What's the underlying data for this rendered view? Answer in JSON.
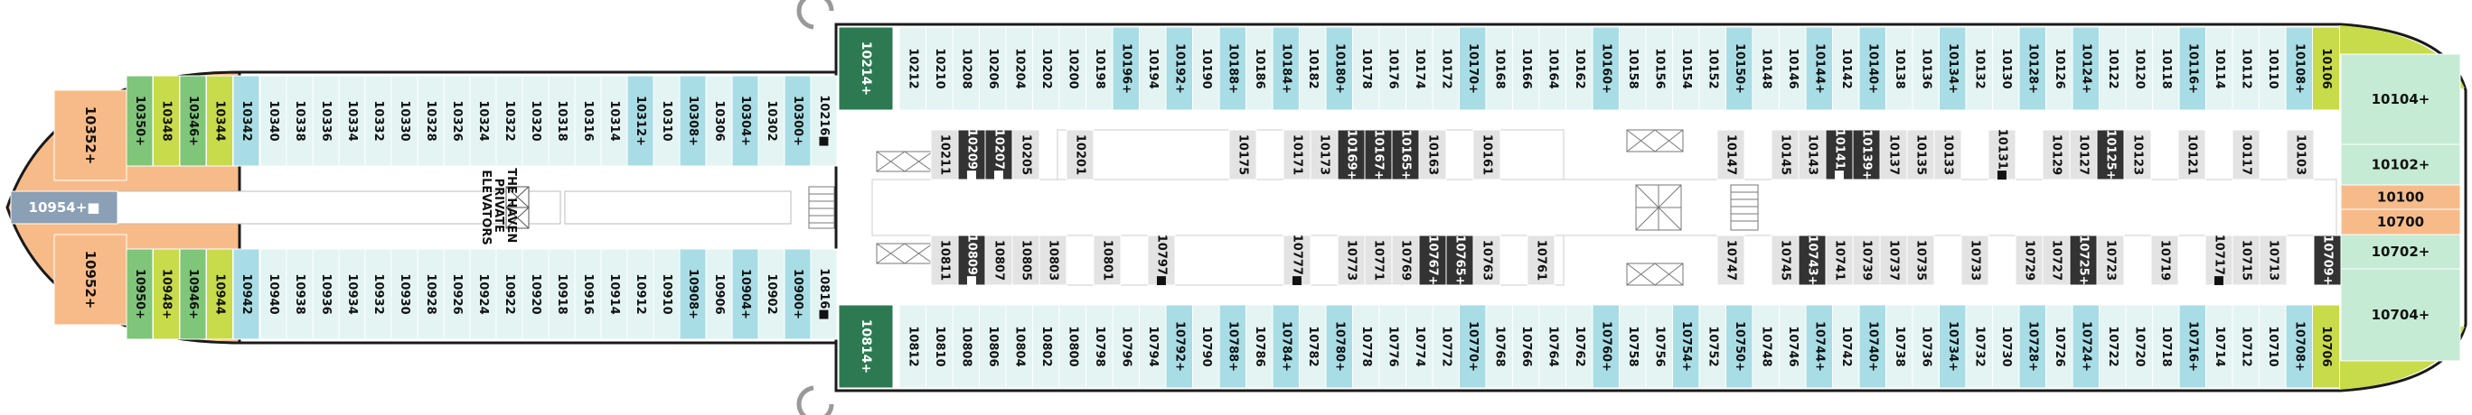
{
  "deck": {
    "elevator_label": [
      "THE HAVEN",
      "PRIVATE",
      "ELEVATORS"
    ],
    "colors": {
      "outline": "#1a1a1a",
      "balcony": "#e3f4f3",
      "mini_suite": "#a9dde5",
      "interior": "#e3e3e3",
      "studio_dark": "#333333",
      "spa_green": "#2d7a52",
      "haven_orange": "#f7bb8a",
      "haven_grey": "#8ba0b4",
      "haven_lime": "#c8db4a",
      "haven_green": "#7fc57a",
      "haven_mint": "#c6ebd4"
    }
  },
  "cabins": {
    "top_outer": [
      {
        "label": "10212",
        "color": "balcony"
      },
      {
        "label": "10210",
        "color": "balcony"
      },
      {
        "label": "10208",
        "color": "balcony"
      },
      {
        "label": "10206",
        "color": "balcony"
      },
      {
        "label": "10204",
        "color": "balcony"
      },
      {
        "label": "10202",
        "color": "balcony"
      },
      {
        "label": "10200",
        "color": "balcony"
      },
      {
        "label": "10198",
        "color": "balcony"
      },
      {
        "label": "10196+",
        "color": "mini_suite"
      },
      {
        "label": "10194",
        "color": "balcony"
      },
      {
        "label": "10192+",
        "color": "mini_suite"
      },
      {
        "label": "10190",
        "color": "balcony"
      },
      {
        "label": "10188+",
        "color": "mini_suite"
      },
      {
        "label": "10186",
        "color": "balcony"
      },
      {
        "label": "10184+",
        "color": "mini_suite"
      },
      {
        "label": "10182",
        "color": "balcony"
      },
      {
        "label": "10180+",
        "color": "mini_suite"
      },
      {
        "label": "10178",
        "color": "balcony"
      },
      {
        "label": "10176",
        "color": "balcony"
      },
      {
        "label": "10174",
        "color": "balcony"
      },
      {
        "label": "10172",
        "color": "balcony"
      },
      {
        "label": "10170+",
        "color": "mini_suite"
      },
      {
        "label": "10168",
        "color": "balcony"
      },
      {
        "label": "10166",
        "color": "balcony"
      },
      {
        "label": "10164",
        "color": "balcony"
      },
      {
        "label": "10162",
        "color": "balcony"
      },
      {
        "label": "10160+",
        "color": "mini_suite"
      },
      {
        "label": "10158",
        "color": "balcony"
      },
      {
        "label": "10156",
        "color": "balcony"
      },
      {
        "label": "10154",
        "color": "balcony"
      },
      {
        "label": "10152",
        "color": "balcony"
      },
      {
        "label": "10150+",
        "color": "mini_suite"
      },
      {
        "label": "10148",
        "color": "balcony"
      },
      {
        "label": "10146",
        "color": "balcony"
      },
      {
        "label": "10144+",
        "color": "mini_suite"
      },
      {
        "label": "10142",
        "color": "balcony"
      },
      {
        "label": "10140+",
        "color": "mini_suite"
      },
      {
        "label": "10138",
        "color": "balcony"
      },
      {
        "label": "10136",
        "color": "balcony"
      },
      {
        "label": "10134+",
        "color": "mini_suite"
      },
      {
        "label": "10132",
        "color": "balcony"
      },
      {
        "label": "10130",
        "color": "balcony"
      },
      {
        "label": "10128+",
        "color": "mini_suite"
      },
      {
        "label": "10126",
        "color": "balcony"
      },
      {
        "label": "10124+",
        "color": "mini_suite"
      },
      {
        "label": "10122",
        "color": "balcony"
      },
      {
        "label": "10120",
        "color": "balcony"
      },
      {
        "label": "10118",
        "color": "balcony"
      },
      {
        "label": "10116+",
        "color": "mini_suite"
      },
      {
        "label": "10114",
        "color": "balcony"
      },
      {
        "label": "10112",
        "color": "balcony"
      },
      {
        "label": "10110",
        "color": "balcony"
      },
      {
        "label": "10108+",
        "color": "mini_suite"
      },
      {
        "label": "10106",
        "color": "haven_lime"
      }
    ],
    "bottom_outer": [
      {
        "label": "10812",
        "color": "balcony"
      },
      {
        "label": "10810",
        "color": "balcony"
      },
      {
        "label": "10808",
        "color": "balcony"
      },
      {
        "label": "10806",
        "color": "balcony"
      },
      {
        "label": "10804",
        "color": "balcony"
      },
      {
        "label": "10802",
        "color": "balcony"
      },
      {
        "label": "10800",
        "color": "balcony"
      },
      {
        "label": "10798",
        "color": "balcony"
      },
      {
        "label": "10796",
        "color": "balcony"
      },
      {
        "label": "10794",
        "color": "balcony"
      },
      {
        "label": "10792+",
        "color": "mini_suite"
      },
      {
        "label": "10790",
        "color": "balcony"
      },
      {
        "label": "10788+",
        "color": "mini_suite"
      },
      {
        "label": "10786",
        "color": "balcony"
      },
      {
        "label": "10784+",
        "color": "mini_suite"
      },
      {
        "label": "10782",
        "color": "balcony"
      },
      {
        "label": "10780+",
        "color": "mini_suite"
      },
      {
        "label": "10778",
        "color": "balcony"
      },
      {
        "label": "10776",
        "color": "balcony"
      },
      {
        "label": "10774",
        "color": "balcony"
      },
      {
        "label": "10772",
        "color": "balcony"
      },
      {
        "label": "10770+",
        "color": "mini_suite"
      },
      {
        "label": "10768",
        "color": "balcony"
      },
      {
        "label": "10766",
        "color": "balcony"
      },
      {
        "label": "10764",
        "color": "balcony"
      },
      {
        "label": "10762",
        "color": "balcony"
      },
      {
        "label": "10760+",
        "color": "mini_suite"
      },
      {
        "label": "10758",
        "color": "balcony"
      },
      {
        "label": "10756",
        "color": "balcony"
      },
      {
        "label": "10754+",
        "color": "mini_suite"
      },
      {
        "label": "10752",
        "color": "balcony"
      },
      {
        "label": "10750+",
        "color": "mini_suite"
      },
      {
        "label": "10748",
        "color": "balcony"
      },
      {
        "label": "10746",
        "color": "balcony"
      },
      {
        "label": "10744+",
        "color": "mini_suite"
      },
      {
        "label": "10742",
        "color": "balcony"
      },
      {
        "label": "10740+",
        "color": "mini_suite"
      },
      {
        "label": "10738",
        "color": "balcony"
      },
      {
        "label": "10736",
        "color": "balcony"
      },
      {
        "label": "10734+",
        "color": "mini_suite"
      },
      {
        "label": "10732",
        "color": "balcony"
      },
      {
        "label": "10730",
        "color": "balcony"
      },
      {
        "label": "10728+",
        "color": "mini_suite"
      },
      {
        "label": "10726",
        "color": "balcony"
      },
      {
        "label": "10724+",
        "color": "mini_suite"
      },
      {
        "label": "10722",
        "color": "balcony"
      },
      {
        "label": "10720",
        "color": "balcony"
      },
      {
        "label": "10718",
        "color": "balcony"
      },
      {
        "label": "10716+",
        "color": "mini_suite"
      },
      {
        "label": "10714",
        "color": "balcony"
      },
      {
        "label": "10712",
        "color": "balcony"
      },
      {
        "label": "10710",
        "color": "balcony"
      },
      {
        "label": "10708+",
        "color": "mini_suite"
      },
      {
        "label": "10706",
        "color": "haven_lime"
      }
    ],
    "top_inner_fwd": [
      {
        "label": "10211",
        "color": "interior",
        "gap": 1
      },
      {
        "label": "10209■",
        "color": "studio_dark"
      },
      {
        "label": "10207■",
        "color": "studio_dark"
      },
      {
        "label": "10205",
        "color": "interior"
      },
      {
        "label": "10201",
        "color": "interior",
        "gap": 1
      },
      {
        "label": "10175",
        "color": "interior",
        "gap": 5
      },
      {
        "label": "10171",
        "color": "interior",
        "gap": 1
      },
      {
        "label": "10173",
        "color": "interior"
      },
      {
        "label": "10169+",
        "color": "studio_dark"
      },
      {
        "label": "10167+",
        "color": "studio_dark"
      },
      {
        "label": "10165+",
        "color": "studio_dark"
      },
      {
        "label": "10163",
        "color": "interior"
      },
      {
        "label": "10161",
        "color": "interior",
        "gap": 1
      }
    ],
    "top_inner_aft": [
      {
        "label": "10147",
        "color": "interior"
      },
      {
        "label": "10145",
        "color": "interior",
        "gap": 1
      },
      {
        "label": "10143",
        "color": "interior"
      },
      {
        "label": "10141■",
        "color": "studio_dark"
      },
      {
        "label": "10139+",
        "color": "studio_dark"
      },
      {
        "label": "10137",
        "color": "interior"
      },
      {
        "label": "10135",
        "color": "interior"
      },
      {
        "label": "10133",
        "color": "interior"
      },
      {
        "label": "10131■",
        "color": "interior",
        "gap": 1
      },
      {
        "label": "10129",
        "color": "interior",
        "gap": 1
      },
      {
        "label": "10127",
        "color": "interior"
      },
      {
        "label": "10125+",
        "color": "studio_dark"
      },
      {
        "label": "10123",
        "color": "interior"
      },
      {
        "label": "10121",
        "color": "interior",
        "gap": 1
      },
      {
        "label": "10117",
        "color": "interior",
        "gap": 1
      },
      {
        "label": "10103",
        "color": "interior",
        "gap": 1
      }
    ],
    "bottom_inner_fwd": [
      {
        "label": "10811",
        "color": "interior",
        "gap": 1
      },
      {
        "label": "10809■",
        "color": "studio_dark"
      },
      {
        "label": "10807",
        "color": "interior"
      },
      {
        "label": "10805",
        "color": "interior"
      },
      {
        "label": "10803",
        "color": "interior"
      },
      {
        "label": "10801",
        "color": "interior",
        "gap": 1
      },
      {
        "label": "10797■",
        "color": "interior",
        "gap": 1
      },
      {
        "label": "10777■",
        "color": "interior",
        "gap": 4
      },
      {
        "label": "10773",
        "color": "interior",
        "gap": 1
      },
      {
        "label": "10771",
        "color": "interior"
      },
      {
        "label": "10769",
        "color": "interior"
      },
      {
        "label": "10767+",
        "color": "studio_dark"
      },
      {
        "label": "10765+",
        "color": "studio_dark"
      },
      {
        "label": "10763",
        "color": "interior"
      },
      {
        "label": "10761",
        "color": "interior",
        "gap": 1
      }
    ],
    "bottom_inner_aft": [
      {
        "label": "10747",
        "color": "interior"
      },
      {
        "label": "10745",
        "color": "interior",
        "gap": 1
      },
      {
        "label": "10743+",
        "color": "studio_dark"
      },
      {
        "label": "10741",
        "color": "interior"
      },
      {
        "label": "10739",
        "color": "interior"
      },
      {
        "label": "10737",
        "color": "interior"
      },
      {
        "label": "10735",
        "color": "interior"
      },
      {
        "label": "10733",
        "color": "interior",
        "gap": 1
      },
      {
        "label": "10729",
        "color": "interior",
        "gap": 1
      },
      {
        "label": "10727",
        "color": "interior"
      },
      {
        "label": "10725+",
        "color": "studio_dark"
      },
      {
        "label": "10723",
        "color": "interior"
      },
      {
        "label": "10719",
        "color": "interior",
        "gap": 1
      },
      {
        "label": "10717■",
        "color": "interior",
        "gap": 1
      },
      {
        "label": "10715",
        "color": "interior"
      },
      {
        "label": "10713",
        "color": "interior"
      },
      {
        "label": "10709+",
        "color": "studio_dark",
        "gap": 1
      }
    ],
    "spa_fwd_top": {
      "label": "10214+",
      "color": "spa_green"
    },
    "spa_fwd_bottom": {
      "label": "10814+",
      "color": "spa_green"
    },
    "fwd_upper_row": [
      {
        "label": "10340",
        "color": "balcony"
      },
      {
        "label": "10338",
        "color": "balcony"
      },
      {
        "label": "10336",
        "color": "balcony"
      },
      {
        "label": "10334",
        "color": "balcony"
      },
      {
        "label": "10332",
        "color": "balcony"
      },
      {
        "label": "10330",
        "color": "balcony"
      },
      {
        "label": "10328",
        "color": "balcony"
      },
      {
        "label": "10326",
        "color": "balcony"
      },
      {
        "label": "10324",
        "color": "balcony"
      },
      {
        "label": "10322",
        "color": "balcony"
      },
      {
        "label": "10320",
        "color": "balcony"
      },
      {
        "label": "10318",
        "color": "balcony"
      },
      {
        "label": "10316",
        "color": "balcony"
      },
      {
        "label": "10314",
        "color": "balcony"
      },
      {
        "label": "10312+",
        "color": "mini_suite"
      },
      {
        "label": "10310",
        "color": "balcony"
      },
      {
        "label": "10308+",
        "color": "mini_suite"
      },
      {
        "label": "10306",
        "color": "balcony"
      },
      {
        "label": "10304+",
        "color": "mini_suite"
      },
      {
        "label": "10302",
        "color": "balcony"
      },
      {
        "label": "10300+",
        "color": "mini_suite"
      },
      {
        "label": "10216■",
        "color": "balcony"
      }
    ],
    "fwd_lower_row": [
      {
        "label": "10940",
        "color": "balcony"
      },
      {
        "label": "10938",
        "color": "balcony"
      },
      {
        "label": "10936",
        "color": "balcony"
      },
      {
        "label": "10934",
        "color": "balcony"
      },
      {
        "label": "10932",
        "color": "balcony"
      },
      {
        "label": "10930",
        "color": "balcony"
      },
      {
        "label": "10928",
        "color": "balcony"
      },
      {
        "label": "10926",
        "color": "balcony"
      },
      {
        "label": "10924",
        "color": "balcony"
      },
      {
        "label": "10922",
        "color": "balcony"
      },
      {
        "label": "10920",
        "color": "balcony"
      },
      {
        "label": "10918",
        "color": "balcony"
      },
      {
        "label": "10916",
        "color": "balcony"
      },
      {
        "label": "10914",
        "color": "balcony"
      },
      {
        "label": "10912",
        "color": "balcony"
      },
      {
        "label": "10910",
        "color": "balcony"
      },
      {
        "label": "10908+",
        "color": "mini_suite"
      },
      {
        "label": "10906",
        "color": "balcony"
      },
      {
        "label": "10904+",
        "color": "mini_suite"
      },
      {
        "label": "10902",
        "color": "balcony"
      },
      {
        "label": "10900+",
        "color": "mini_suite"
      },
      {
        "label": "10816■",
        "color": "balcony"
      }
    ],
    "fwd_haven_top": [
      {
        "label": "10350+",
        "color": "haven_green"
      },
      {
        "label": "10348",
        "color": "haven_lime"
      },
      {
        "label": "10346+",
        "color": "haven_green"
      },
      {
        "label": "10344",
        "color": "haven_lime"
      },
      {
        "label": "10342",
        "color": "mini_suite"
      }
    ],
    "fwd_haven_bottom": [
      {
        "label": "10950+",
        "color": "haven_green"
      },
      {
        "label": "10948+",
        "color": "haven_lime"
      },
      {
        "label": "10946+",
        "color": "haven_green"
      },
      {
        "label": "10944",
        "color": "haven_lime"
      },
      {
        "label": "10942",
        "color": "mini_suite"
      }
    ],
    "bow_top": {
      "label": "10352+",
      "color": "haven_orange"
    },
    "bow_bottom": {
      "label": "10952+",
      "color": "haven_orange"
    },
    "bow_center": {
      "label": "10954+■",
      "color": "haven_grey"
    },
    "aft_stack": [
      {
        "label": "10104+",
        "color": "haven_mint"
      },
      {
        "label": "10102+",
        "color": "haven_mint"
      },
      {
        "label": "10100",
        "color": "haven_orange"
      },
      {
        "label": "10700",
        "color": "haven_orange"
      },
      {
        "label": "10702+",
        "color": "haven_mint"
      },
      {
        "label": "10704+",
        "color": "haven_mint"
      }
    ]
  }
}
